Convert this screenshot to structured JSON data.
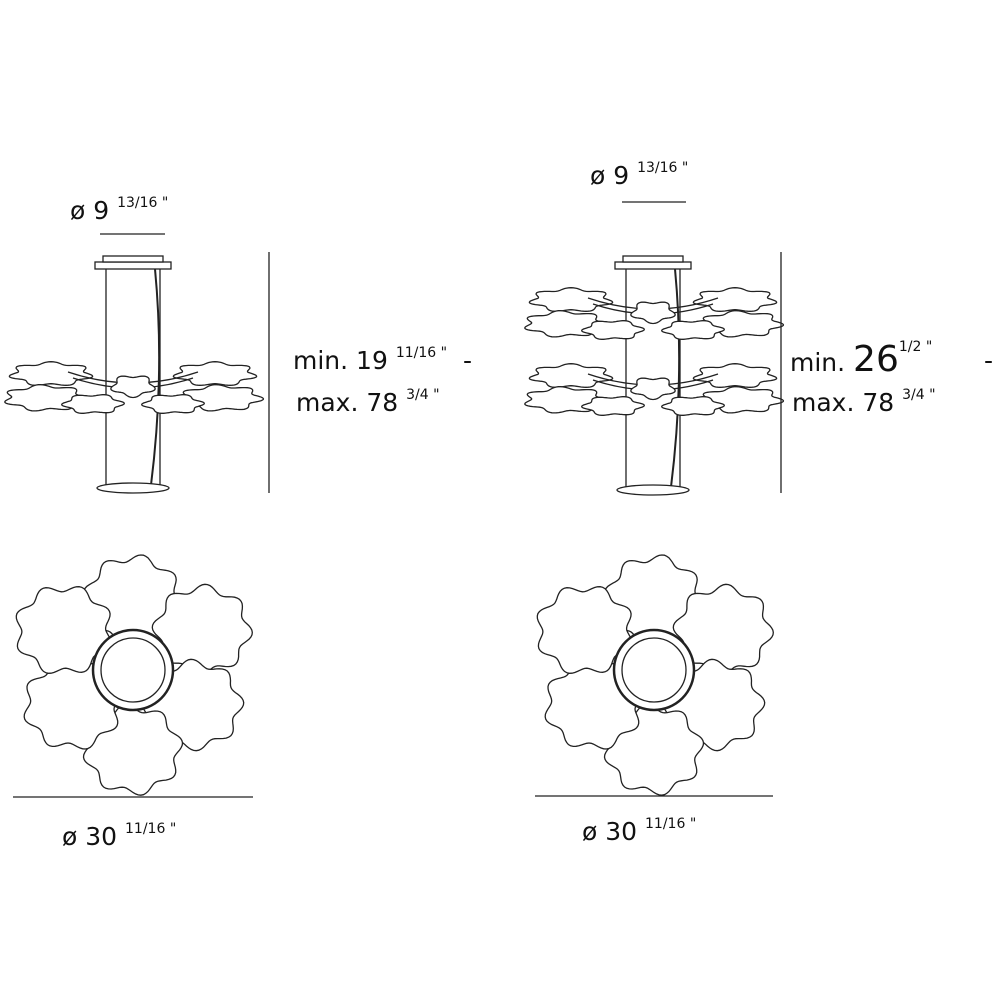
{
  "left_view": {
    "top_diameter": {
      "symbol": "ø",
      "whole": "9",
      "fraction": "13/16",
      "unit": "\""
    },
    "height_min": {
      "label": "min.",
      "whole": "19",
      "fraction": "11/16",
      "unit": "\"",
      "separator": "-"
    },
    "height_max": {
      "label": "max.",
      "whole": "78",
      "fraction": "3/4",
      "unit": "\""
    },
    "bottom_diameter": {
      "symbol": "ø",
      "whole": "30",
      "fraction": "11/16",
      "unit": "\""
    }
  },
  "right_view": {
    "top_diameter": {
      "symbol": "ø",
      "whole": "9",
      "fraction": "13/16",
      "unit": "\""
    },
    "height_min": {
      "label": "min.",
      "whole": "26",
      "fraction": "1/2",
      "unit": "\"",
      "separator": "-"
    },
    "height_max": {
      "label": "max.",
      "whole": "78",
      "fraction": "3/4",
      "unit": "\""
    },
    "bottom_diameter": {
      "symbol": "ø",
      "whole": "30",
      "fraction": "11/16",
      "unit": "\""
    }
  },
  "colors": {
    "line": "#222222",
    "background": "#ffffff"
  }
}
